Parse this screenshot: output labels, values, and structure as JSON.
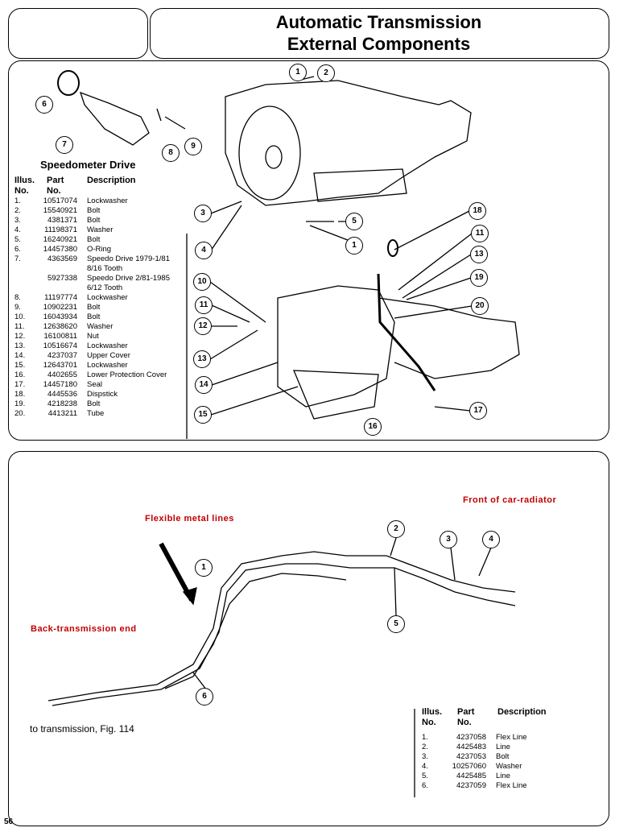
{
  "title": {
    "line1": "Automatic Transmission",
    "line2": "External Components"
  },
  "page_number": "56",
  "speedometer": {
    "heading": "Speedometer Drive",
    "headers": {
      "illus": "Illus.",
      "illus2": "No.",
      "part": "Part",
      "part2": "No.",
      "desc": "Description"
    },
    "rows": [
      {
        "no": "1.",
        "part": "10517074",
        "desc": "Lockwasher"
      },
      {
        "no": "2.",
        "part": "15540921",
        "desc": "Bolt"
      },
      {
        "no": "3.",
        "part": "4381371",
        "desc": "Bolt"
      },
      {
        "no": "4.",
        "part": "11198371",
        "desc": "Washer"
      },
      {
        "no": "5.",
        "part": "16240921",
        "desc": "Bolt"
      },
      {
        "no": "6.",
        "part": "14457380",
        "desc": "O-Ring"
      },
      {
        "no": "7.",
        "part": "4363569",
        "desc": "Speedo Drive 1979-1/81"
      },
      {
        "no": "",
        "part": "",
        "desc": "8/16 Tooth"
      },
      {
        "no": "",
        "part": "5927338",
        "desc": "Speedo Drive 2/81-1985"
      },
      {
        "no": "",
        "part": "",
        "desc": "6/12 Tooth"
      },
      {
        "no": "8.",
        "part": "11197774",
        "desc": "Lockwasher"
      },
      {
        "no": "9.",
        "part": "10902231",
        "desc": "Bolt"
      },
      {
        "no": "10.",
        "part": "16043934",
        "desc": "Bolt"
      },
      {
        "no": "11.",
        "part": "12638620",
        "desc": "Washer"
      },
      {
        "no": "12.",
        "part": "16100811",
        "desc": "Nut"
      },
      {
        "no": "13.",
        "part": "10516674",
        "desc": "Lockwasher"
      },
      {
        "no": "14.",
        "part": "4237037",
        "desc": "Upper Cover"
      },
      {
        "no": "15.",
        "part": "12643701",
        "desc": "Lockwasher"
      },
      {
        "no": "16.",
        "part": "4402655",
        "desc": "Lower Protection Cover"
      },
      {
        "no": "17.",
        "part": "14457180",
        "desc": "Seal"
      },
      {
        "no": "18.",
        "part": "4445536",
        "desc": "Dispstick"
      },
      {
        "no": "19.",
        "part": "4218238",
        "desc": "Bolt"
      },
      {
        "no": "20.",
        "part": "4413211",
        "desc": "Tube"
      }
    ]
  },
  "lines": {
    "headers": {
      "illus": "Illus.",
      "illus2": "No.",
      "part": "Part",
      "part2": "No.",
      "desc": "Description"
    },
    "rows": [
      {
        "no": "1.",
        "part": "4237058",
        "desc": "Flex Line"
      },
      {
        "no": "2.",
        "part": "4425483",
        "desc": "Line"
      },
      {
        "no": "3.",
        "part": "4237053",
        "desc": "Bolt"
      },
      {
        "no": "4.",
        "part": "10257060",
        "desc": "Washer"
      },
      {
        "no": "5.",
        "part": "4425485",
        "desc": "Line"
      },
      {
        "no": "6.",
        "part": "4237059",
        "desc": "Flex Line"
      }
    ],
    "labels": {
      "flexible": "Flexible metal lines",
      "front": "Front of car-radiator",
      "back": "Back-transmission end",
      "to_trans": "to transmission, Fig. 114"
    }
  },
  "callouts_top": [
    "1",
    "2",
    "6",
    "7",
    "8",
    "9",
    "3",
    "4",
    "5",
    "1",
    "18",
    "11",
    "13",
    "19",
    "20",
    "10",
    "11",
    "12",
    "13",
    "14",
    "15",
    "16",
    "17"
  ],
  "callouts_bottom": [
    "1",
    "2",
    "3",
    "4",
    "5",
    "6"
  ]
}
